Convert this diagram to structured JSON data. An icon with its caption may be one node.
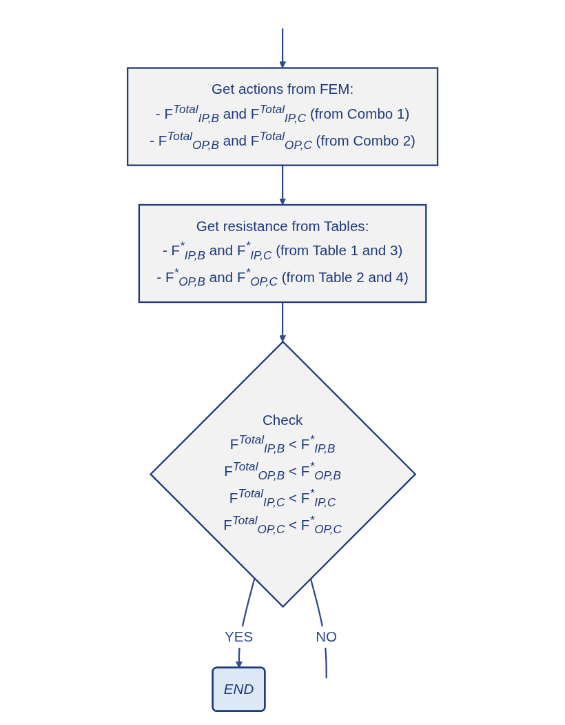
{
  "diagram": {
    "nodes": [
      {
        "text": [
          "Get actions from FEM:",
          "- F$^{Total}$$_{IP,B}$ and F$^{Total}$$_{IP,C}$ (from Combo 1)",
          "- F$^{Total}$$_{OP,B}$ and F$^{Total}$$_{OP,C}$ (from Combo 2)"
        ]
      },
      {
        "text": [
          "Get resistance from Tables:",
          "- F$^{*}$$_{IP,B}$ and F$^{*}$$_{IP,C}$ (from Table 1 and 3)",
          "- F$^{*}$$_{OP,B}$ and F$^{*}$$_{OP,C}$ (from Table 2 and 4)"
        ]
      },
      {
        "text": [
          "Check",
          "F$^{Total}$$_{IP,B}$ < F$^{*}$$_{IP,B}$",
          "F$^{Total}$$_{OP,B}$ < F$^{*}$$_{OP,B}$",
          "F$^{Total}$$_{IP,C}$ < F$^{*}$$_{IP,C}$",
          "F$^{Total}$$_{OP,C}$ < F$^{*}$$_{OP,C}$"
        ]
      },
      {
        "text": [
          "END"
        ]
      }
    ],
    "edges": [
      {
        "from": null,
        "to": 0,
        "arrow": "to"
      },
      {
        "from": 0,
        "to": 1,
        "arrow": "to"
      },
      {
        "from": 1,
        "to": 2,
        "arrow": "to"
      },
      {
        "from": 2,
        "to": 3,
        "arrow": "to",
        "label": "YES"
      },
      {
        "from": 2,
        "to": null,
        "arrow": "none",
        "label": "NO"
      }
    ]
  }
}
